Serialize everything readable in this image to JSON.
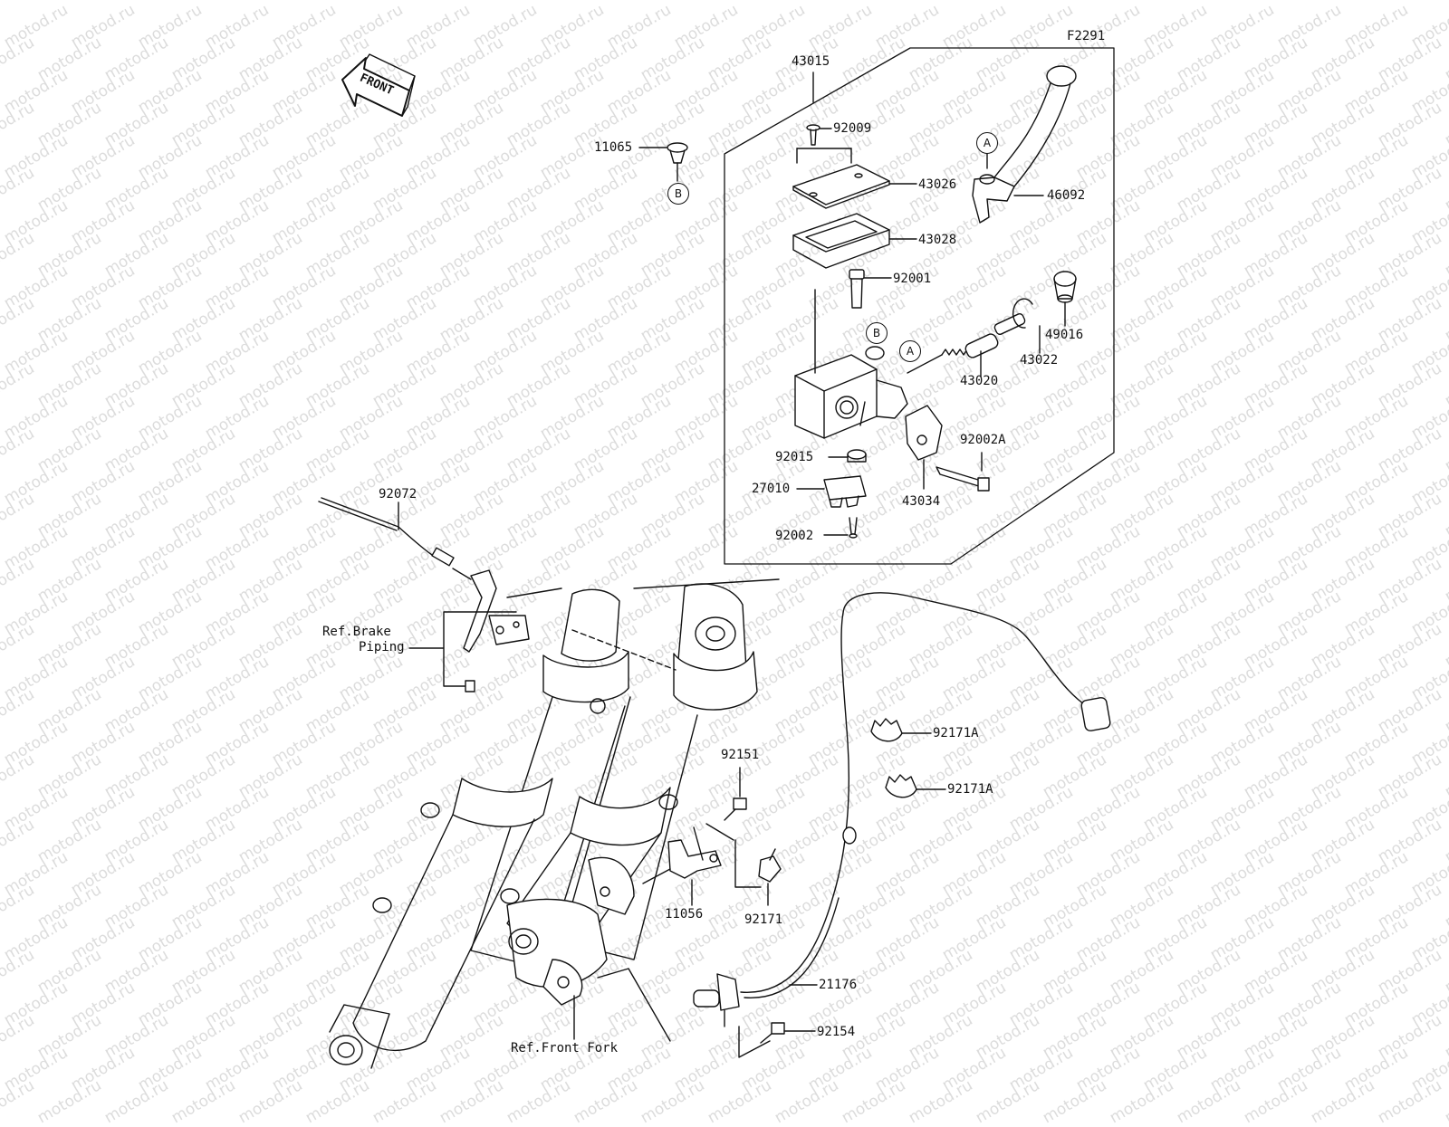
{
  "figure_code": "F2291",
  "watermark_text": "motod.ru",
  "front_arrow_label": "FRONT",
  "part_numbers": {
    "p43015": "43015",
    "p92009": "92009",
    "p11065": "11065",
    "p43026": "43026",
    "p46092": "46092",
    "p43028": "43028",
    "p92001": "92001",
    "p49016": "49016",
    "p43022": "43022",
    "p43020": "43020",
    "p92015": "92015",
    "p92002A": "92002A",
    "p27010": "27010",
    "p43034": "43034",
    "p92002": "92002",
    "p92072": "92072",
    "p92171A_1": "92171A",
    "p92171A_2": "92171A",
    "p92151": "92151",
    "p11056": "11056",
    "p92171": "92171",
    "p21176": "21176",
    "p92154": "92154"
  },
  "references": {
    "brake_piping_line1": "Ref.Brake",
    "brake_piping_line2": "Piping",
    "front_fork": "Ref.Front Fork"
  },
  "callouts": {
    "a_lever": "A",
    "a_body": "A",
    "b_cap": "B",
    "b_body": "B"
  }
}
